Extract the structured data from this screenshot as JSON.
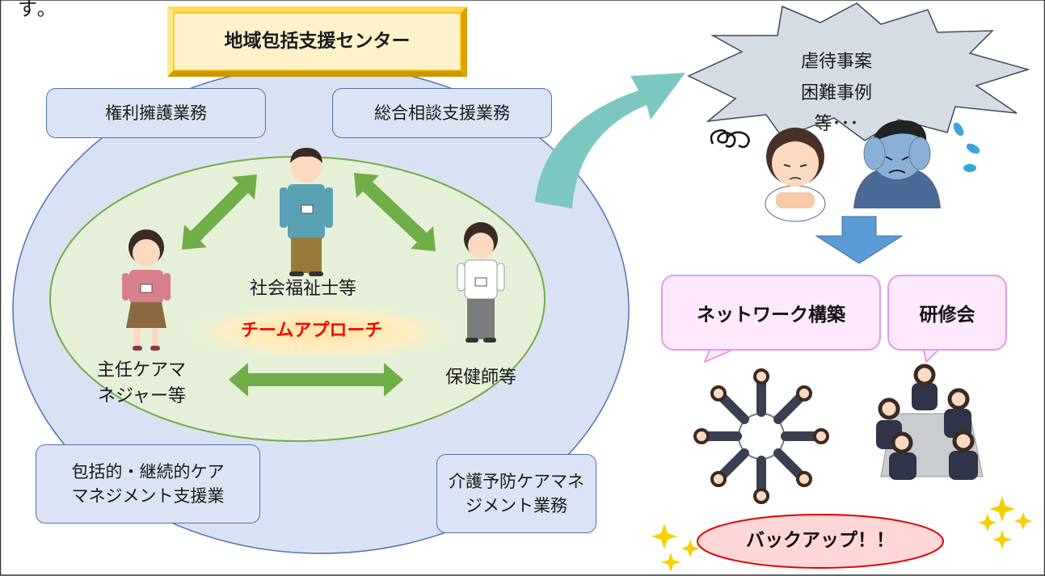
{
  "top_fragment": "す。",
  "center_title": "地域包括支援センター",
  "duties": {
    "rights": "権利擁護業務",
    "consult": "総合相談支援業務",
    "care_mgmt": [
      "包括的・継続的ケア",
      "マネジメント支援業"
    ],
    "prevention": [
      "介護予防ケアマネ",
      "ジメント業務"
    ]
  },
  "staff": {
    "social_worker": "社会福祉士等",
    "care_manager": [
      "主任ケアマ",
      "ネジャー等"
    ],
    "nurse": "保健師等"
  },
  "team_approach": "チームアプローチ",
  "problem": [
    "虐待事案",
    "困難事例　等･･･"
  ],
  "supports": {
    "network": "ネットワーク構築",
    "training": "研修会"
  },
  "backup": "バックアップ！！",
  "colors": {
    "outer_ellipse": "#d9e2f3",
    "inner_ellipse": "#e6f0d9",
    "green_arrow": "#70ad47",
    "title_fill": "#fef2cb",
    "title_border": "#ffc000",
    "team_text": "#ff0000",
    "backup_border": "#e00000",
    "backup_fill": "#ffd7d7",
    "down_arrow": "#5b9bd5",
    "teal_arrow": "#7cc7c0"
  }
}
